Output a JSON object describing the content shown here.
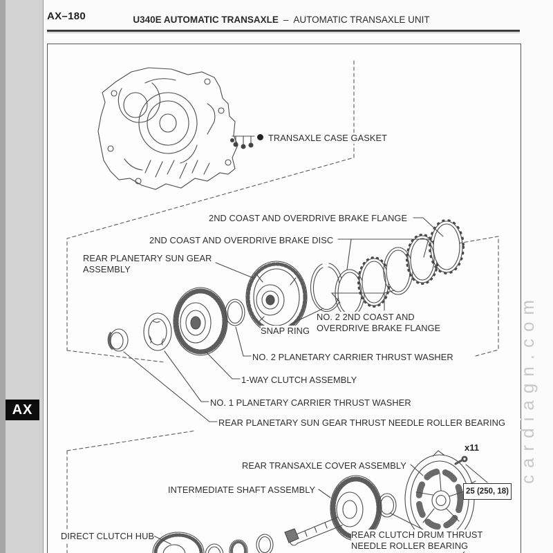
{
  "page": {
    "number": "AX–180",
    "title_bold": "U340E AUTOMATIC TRANSAXLE",
    "title_sep": "–",
    "title_rest": "AUTOMATIC TRANSAXLE UNIT",
    "side_tab_label": "AX",
    "watermark": "cardiagn.com"
  },
  "figure": {
    "parts": {
      "case_gasket": "TRANSAXLE CASE GASKET",
      "brake_flange": "2ND COAST AND OVERDRIVE BRAKE FLANGE",
      "brake_disc": "2ND COAST AND OVERDRIVE BRAKE DISC",
      "sun_gear_line1": "REAR PLANETARY SUN GEAR",
      "sun_gear_line2": "ASSEMBLY",
      "snap_ring": "SNAP RING",
      "no2_flange_line1": "NO. 2 2ND COAST AND",
      "no2_flange_line2": "OVERDRIVE BRAKE FLANGE",
      "no2_washer": "NO. 2 PLANETARY CARRIER THRUST WASHER",
      "one_way_clutch": "1-WAY CLUTCH ASSEMBLY",
      "no1_washer": "NO. 1 PLANETARY CARRIER THRUST WASHER",
      "sun_gear_bearing": "REAR PLANETARY SUN GEAR THRUST NEEDLE ROLLER BEARING",
      "rear_cover": "REAR TRANSAXLE COVER ASSEMBLY",
      "intermediate_shaft": "INTERMEDIATE SHAFT ASSEMBLY",
      "direct_clutch_hub": "DIRECT CLUTCH HUB",
      "rear_clutch_bearing_line1": "REAR CLUTCH DRUM THRUST",
      "rear_clutch_bearing_line2": "NEEDLE ROLLER BEARING"
    },
    "annotations": {
      "bolt_count": "x11",
      "torque_spec": "25 (250, 18)"
    }
  },
  "colors": {
    "line": "#4a4a4a",
    "text": "#2e2e2e",
    "tab_bg": "#0c0c0c",
    "tab_text": "#ffffff",
    "watermark": "#c9c9c9",
    "margin_gray": "#d2d2d2"
  }
}
